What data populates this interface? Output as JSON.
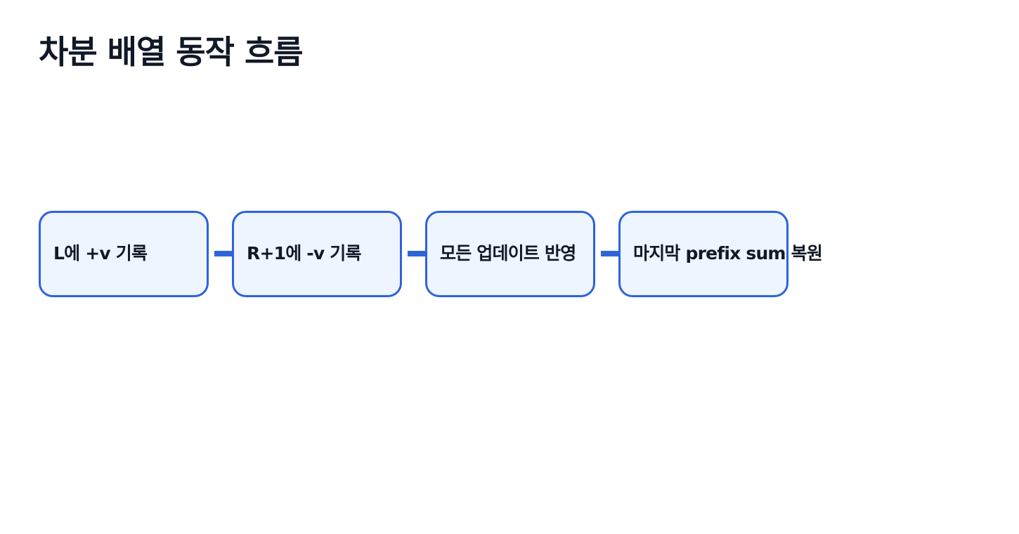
{
  "title": "차분 배열 동작 흐름",
  "steps": [
    {
      "label": "L에 +v 기록"
    },
    {
      "label": "R+1에 -v 기록"
    },
    {
      "label": "모든 업데이트 반영"
    },
    {
      "label": "마지막 prefix sum 복원"
    }
  ],
  "colors": {
    "accent": "#2e63dc",
    "box_fill": "#eef5ff",
    "text": "#111827"
  }
}
